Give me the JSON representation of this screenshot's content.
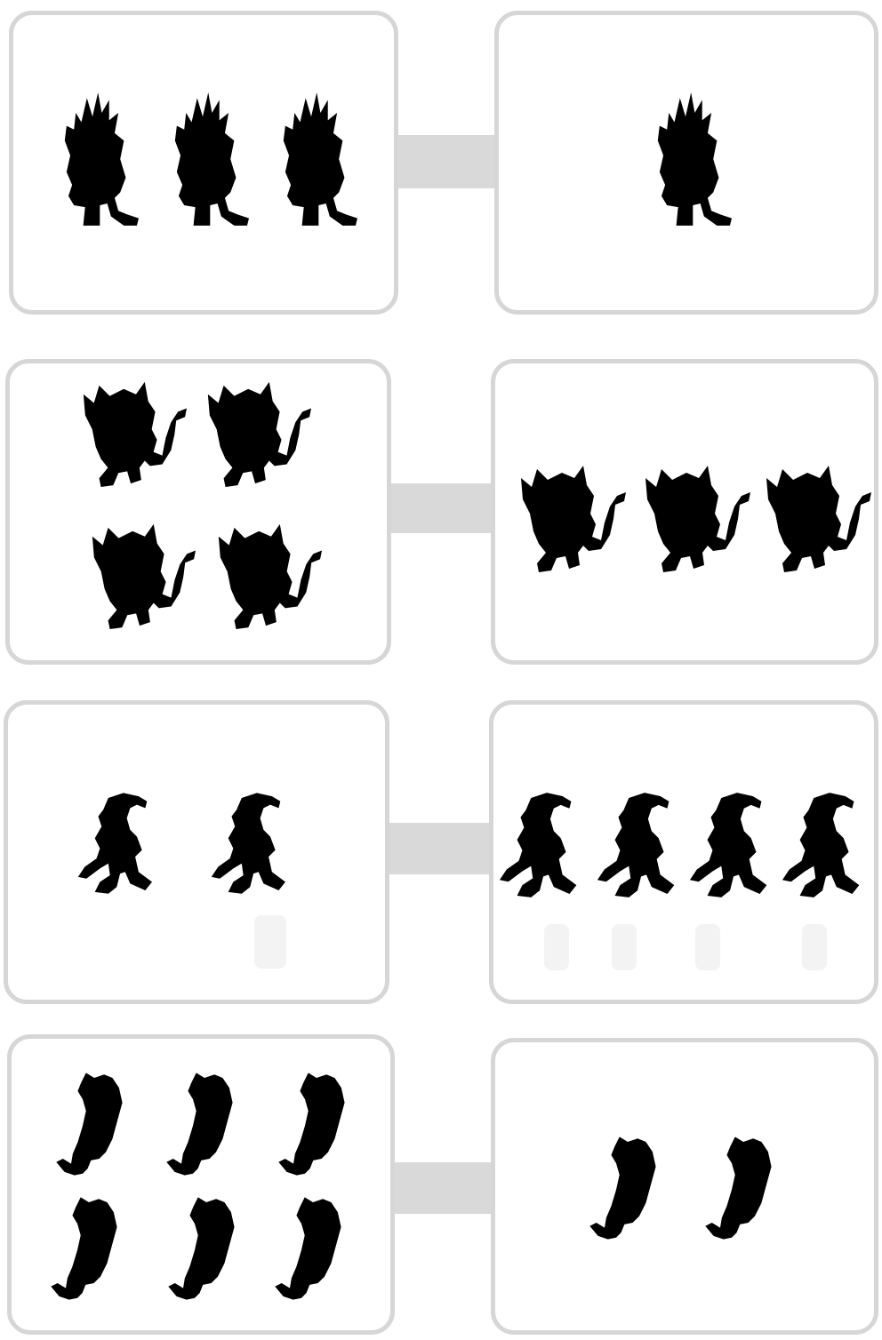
{
  "figure_color": "#000000",
  "panel_border_color": "#d6d6d6",
  "connector_color": "#d9d9d9",
  "rows": [
    {
      "creature": "horned-monster",
      "left_count": 3,
      "right_count": 1
    },
    {
      "creature": "tailed-monster",
      "left_count": 4,
      "right_count": 3
    },
    {
      "creature": "beaked-monster",
      "left_count": 2,
      "right_count": 4
    },
    {
      "creature": "bird-monster",
      "left_count": 6,
      "right_count": 2
    }
  ]
}
